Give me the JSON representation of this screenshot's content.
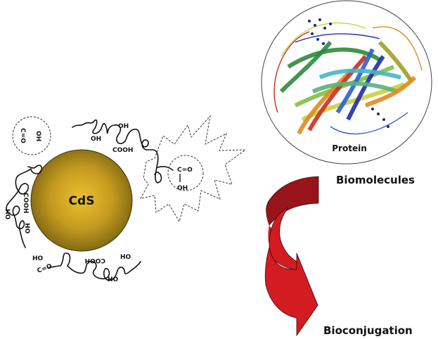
{
  "title": "CdS quantum dot bioconjugation schematic",
  "nanoparticle": {
    "label": "CdS",
    "color_core": "#e8bd2c",
    "color_edge": "#7a6412"
  },
  "functional_groups": {
    "carboxyl_vertical_c": "C=O",
    "carboxyl_vertical_oh": "OH",
    "hydroxyl": "OH",
    "carboxylic_acid": "COOH",
    "hydroxyl_rotated": "HO"
  },
  "protein": {
    "label": "Protein"
  },
  "labels": {
    "biomolecules": "Biomolecules",
    "bioconjugation": "Bioconjugation"
  },
  "arrow": {
    "color_top": "#98141a",
    "color_bottom": "#d21c22"
  },
  "ribbon_colors": [
    "#2e8b3a",
    "#7fc241",
    "#c9d23a",
    "#e08a1e",
    "#c8301e",
    "#2a5fd0",
    "#1f2fa8",
    "#46b5c9",
    "#58b37a",
    "#a0a020"
  ]
}
